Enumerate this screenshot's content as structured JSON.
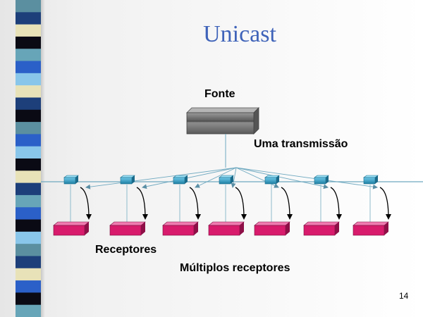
{
  "title": "Unicast",
  "source_label": "Fonte",
  "transmission_label": "Uma transmissão",
  "receivers_label": "Receptores",
  "multiple_receivers_label": "Múltiplos receptores",
  "page_number": "14",
  "colors": {
    "title": "#3f63b9",
    "receiver": "#d81b6c",
    "switch": "#2a9bbf",
    "line": "#6fa9c0",
    "source": "#777777"
  },
  "stripe_colors": [
    "#5b8fa0",
    "#1d3f7a",
    "#e8e2b8",
    "#0a0a14",
    "#67a5b8",
    "#2b60c8",
    "#89c6ea",
    "#e8e2b8",
    "#1d3f7a",
    "#0a0a14",
    "#5b8fa0",
    "#2b60c8",
    "#89c6ea",
    "#0a0a14",
    "#e8e2b8",
    "#1d3f7a",
    "#67a5b8",
    "#2b60c8",
    "#0a0a14",
    "#89c6ea",
    "#5b8fa0",
    "#1d3f7a",
    "#e8e2b8",
    "#2b60c8",
    "#0a0a14",
    "#67a5b8"
  ]
}
